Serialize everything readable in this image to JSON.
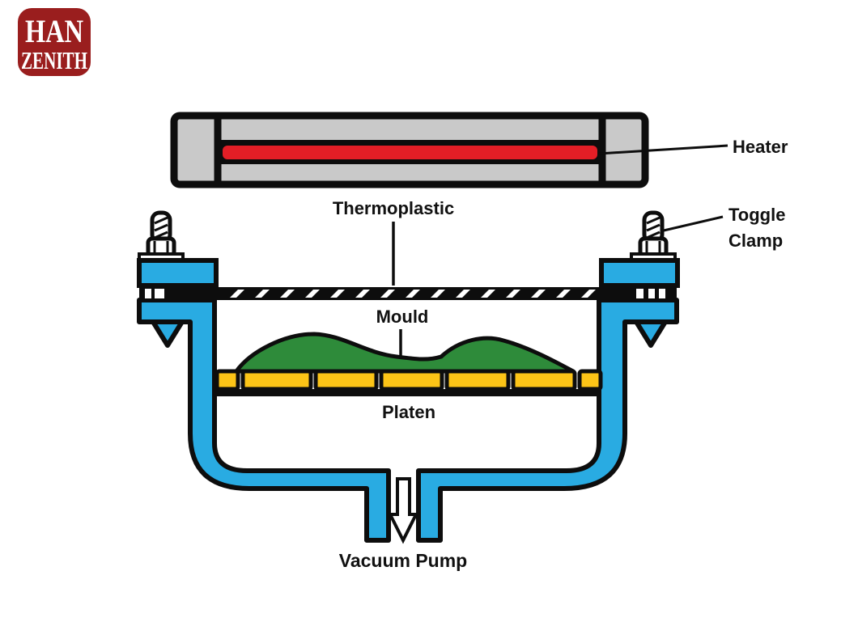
{
  "logo": {
    "line1": "HAN",
    "line2": "ZENITH"
  },
  "labels": {
    "heater": "Heater",
    "thermoplastic": "Thermoplastic",
    "toggle_clamp": [
      "Toggle",
      "Clamp"
    ],
    "mould": "Mould",
    "platen": "Platen",
    "vacuum_pump": "Vacuum Pump"
  },
  "colors": {
    "heater_body": "#C9C9C9",
    "heater_element": "#E31E26",
    "clamp_and_box_blue": "#29ABE2",
    "mould_green": "#2E8B3A",
    "platen_yellow": "#FCC417",
    "sheet_black": "#0D0D0D",
    "outline_black": "#0D0D0D",
    "logo_bg": "#9A1E1E",
    "logo_text": "#FFFFFF",
    "background": "#FFFFFF"
  }
}
